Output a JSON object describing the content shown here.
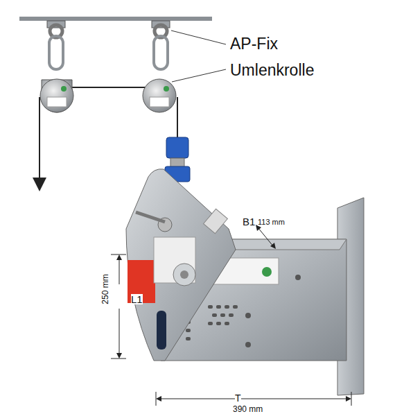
{
  "diagram": {
    "labels": [
      "AP-Fix",
      "Umlenkrolle",
      "B1",
      "113 mm",
      "250 mm",
      "L1",
      "T",
      "390 mm"
    ]
  }
}
